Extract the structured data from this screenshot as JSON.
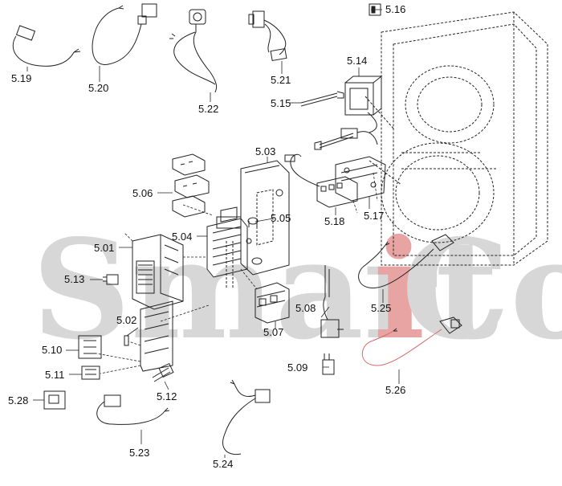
{
  "watermark": {
    "text_before": "Smart",
    "text_accent": "i",
    "text_after": "Co",
    "color": "#d7d7d7",
    "accent_color": "#e8a3a3"
  },
  "parts": [
    {
      "id": "5.01"
    },
    {
      "id": "5.02"
    },
    {
      "id": "5.03"
    },
    {
      "id": "5.04"
    },
    {
      "id": "5.05"
    },
    {
      "id": "5.06"
    },
    {
      "id": "5.07"
    },
    {
      "id": "5.08"
    },
    {
      "id": "5.09"
    },
    {
      "id": "5.10"
    },
    {
      "id": "5.11"
    },
    {
      "id": "5.12"
    },
    {
      "id": "5.13"
    },
    {
      "id": "5.14"
    },
    {
      "id": "5.15"
    },
    {
      "id": "5.16"
    },
    {
      "id": "5.17"
    },
    {
      "id": "5.18"
    },
    {
      "id": "5.19"
    },
    {
      "id": "5.20"
    },
    {
      "id": "5.21"
    },
    {
      "id": "5.22"
    },
    {
      "id": "5.23"
    },
    {
      "id": "5.24"
    },
    {
      "id": "5.25"
    },
    {
      "id": "5.26"
    },
    {
      "id": "5.28"
    }
  ],
  "line_color": "#222222",
  "cable_accent_color": "#d46a6a"
}
